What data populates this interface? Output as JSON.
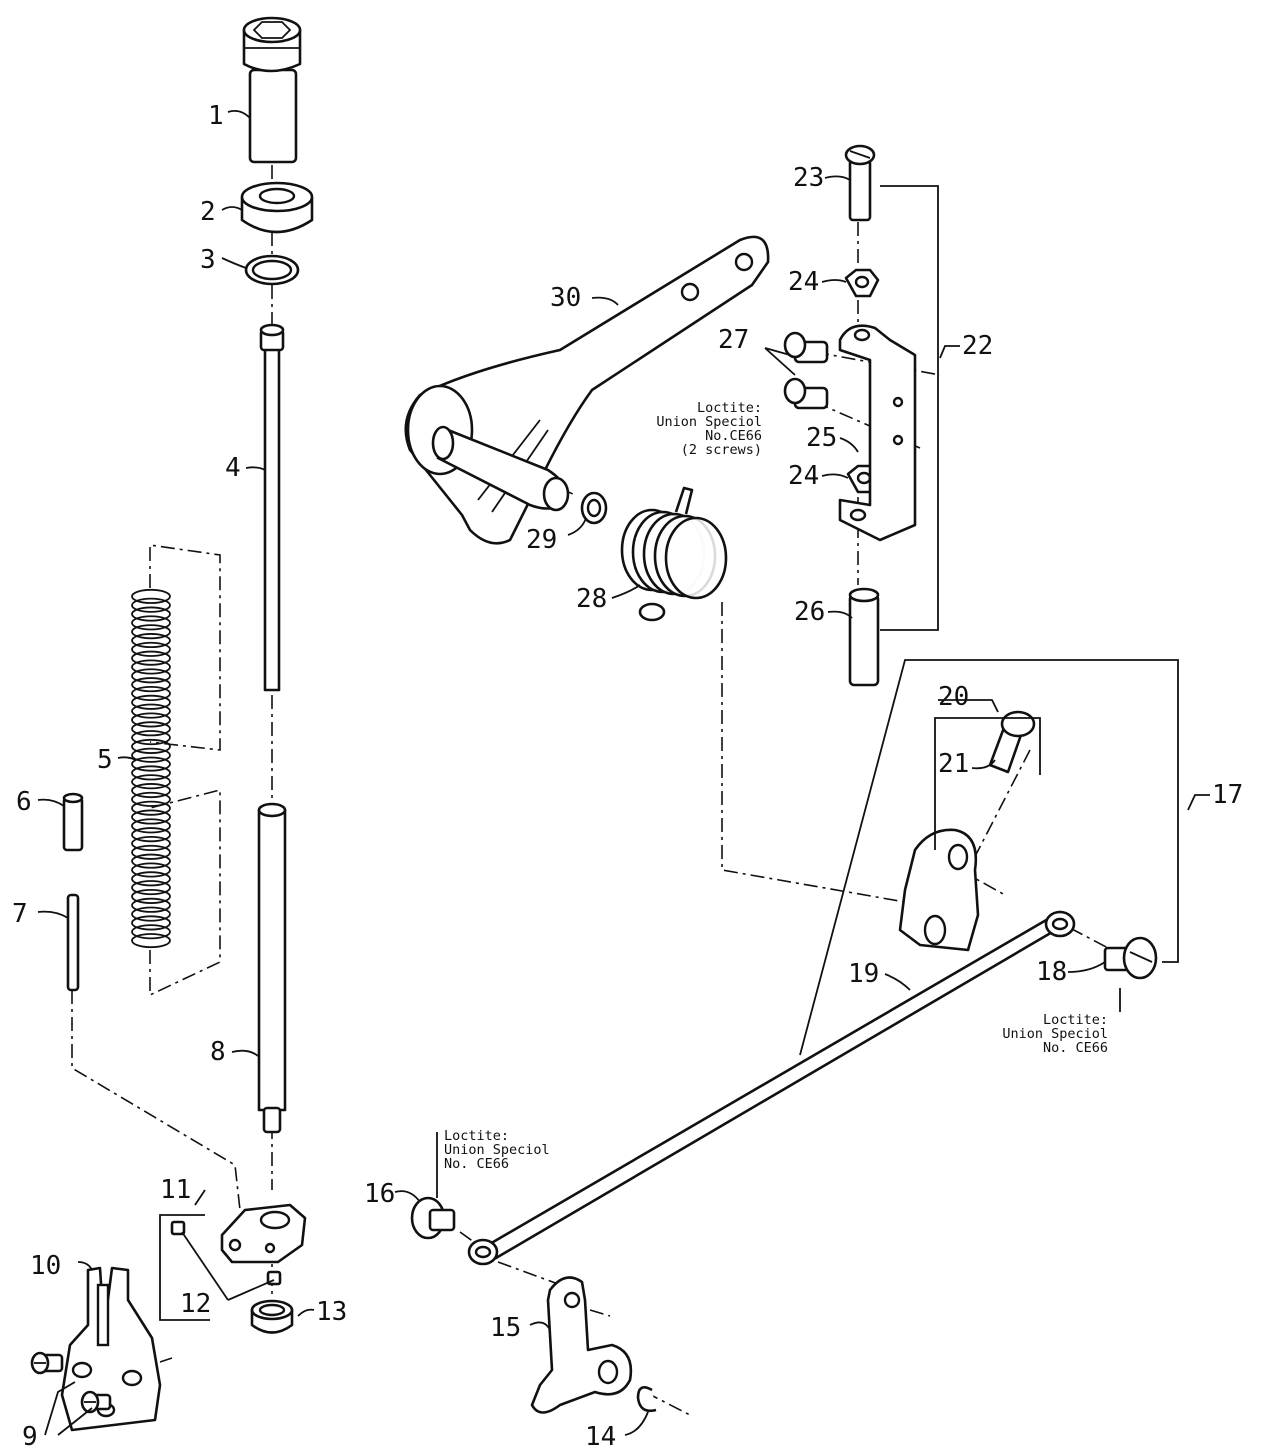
{
  "callouts": [
    {
      "id": "1",
      "label": "1"
    },
    {
      "id": "2",
      "label": "2"
    },
    {
      "id": "3",
      "label": "3"
    },
    {
      "id": "4",
      "label": "4"
    },
    {
      "id": "5",
      "label": "5"
    },
    {
      "id": "6",
      "label": "6"
    },
    {
      "id": "7",
      "label": "7"
    },
    {
      "id": "8",
      "label": "8"
    },
    {
      "id": "9",
      "label": "9"
    },
    {
      "id": "10",
      "label": "10"
    },
    {
      "id": "11",
      "label": "11"
    },
    {
      "id": "12",
      "label": "12"
    },
    {
      "id": "13",
      "label": "13"
    },
    {
      "id": "14",
      "label": "14"
    },
    {
      "id": "15",
      "label": "15"
    },
    {
      "id": "16",
      "label": "16"
    },
    {
      "id": "17",
      "label": "17"
    },
    {
      "id": "18",
      "label": "18"
    },
    {
      "id": "19",
      "label": "19"
    },
    {
      "id": "20",
      "label": "20"
    },
    {
      "id": "21",
      "label": "21"
    },
    {
      "id": "22",
      "label": "22"
    },
    {
      "id": "23",
      "label": "23"
    },
    {
      "id": "24a",
      "label": "24"
    },
    {
      "id": "24b",
      "label": "24"
    },
    {
      "id": "25",
      "label": "25"
    },
    {
      "id": "26",
      "label": "26"
    },
    {
      "id": "27",
      "label": "27"
    },
    {
      "id": "28",
      "label": "28"
    },
    {
      "id": "29",
      "label": "29"
    },
    {
      "id": "30",
      "label": "30"
    }
  ],
  "notes": {
    "note_27": [
      "Loctite:",
      "Union Speciol",
      "No.CE66",
      "(2 screws)"
    ],
    "note_18": [
      "Loctite:",
      "Union Speciol",
      "No. CE66"
    ],
    "note_16": [
      "Loctite:",
      "Union Speciol",
      "No. CE66"
    ]
  }
}
